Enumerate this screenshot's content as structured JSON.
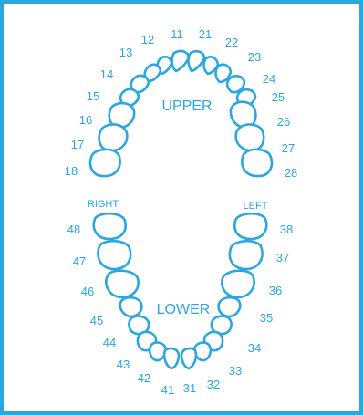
{
  "labels": {
    "upper": "UPPER",
    "lower": "LOWER",
    "right": "RIGHT",
    "left": "LEFT"
  },
  "teeth": {
    "upper_right": [
      "11",
      "12",
      "13",
      "14",
      "15",
      "16",
      "17",
      "18"
    ],
    "upper_left": [
      "21",
      "22",
      "23",
      "24",
      "25",
      "26",
      "27",
      "28"
    ],
    "lower_left": [
      "31",
      "32",
      "33",
      "34",
      "35",
      "36",
      "37",
      "38"
    ],
    "lower_right": [
      "41",
      "42",
      "43",
      "44",
      "45",
      "46",
      "47",
      "48"
    ]
  },
  "colors": {
    "accent": "#2aa7e0",
    "background": "#ffffff"
  }
}
